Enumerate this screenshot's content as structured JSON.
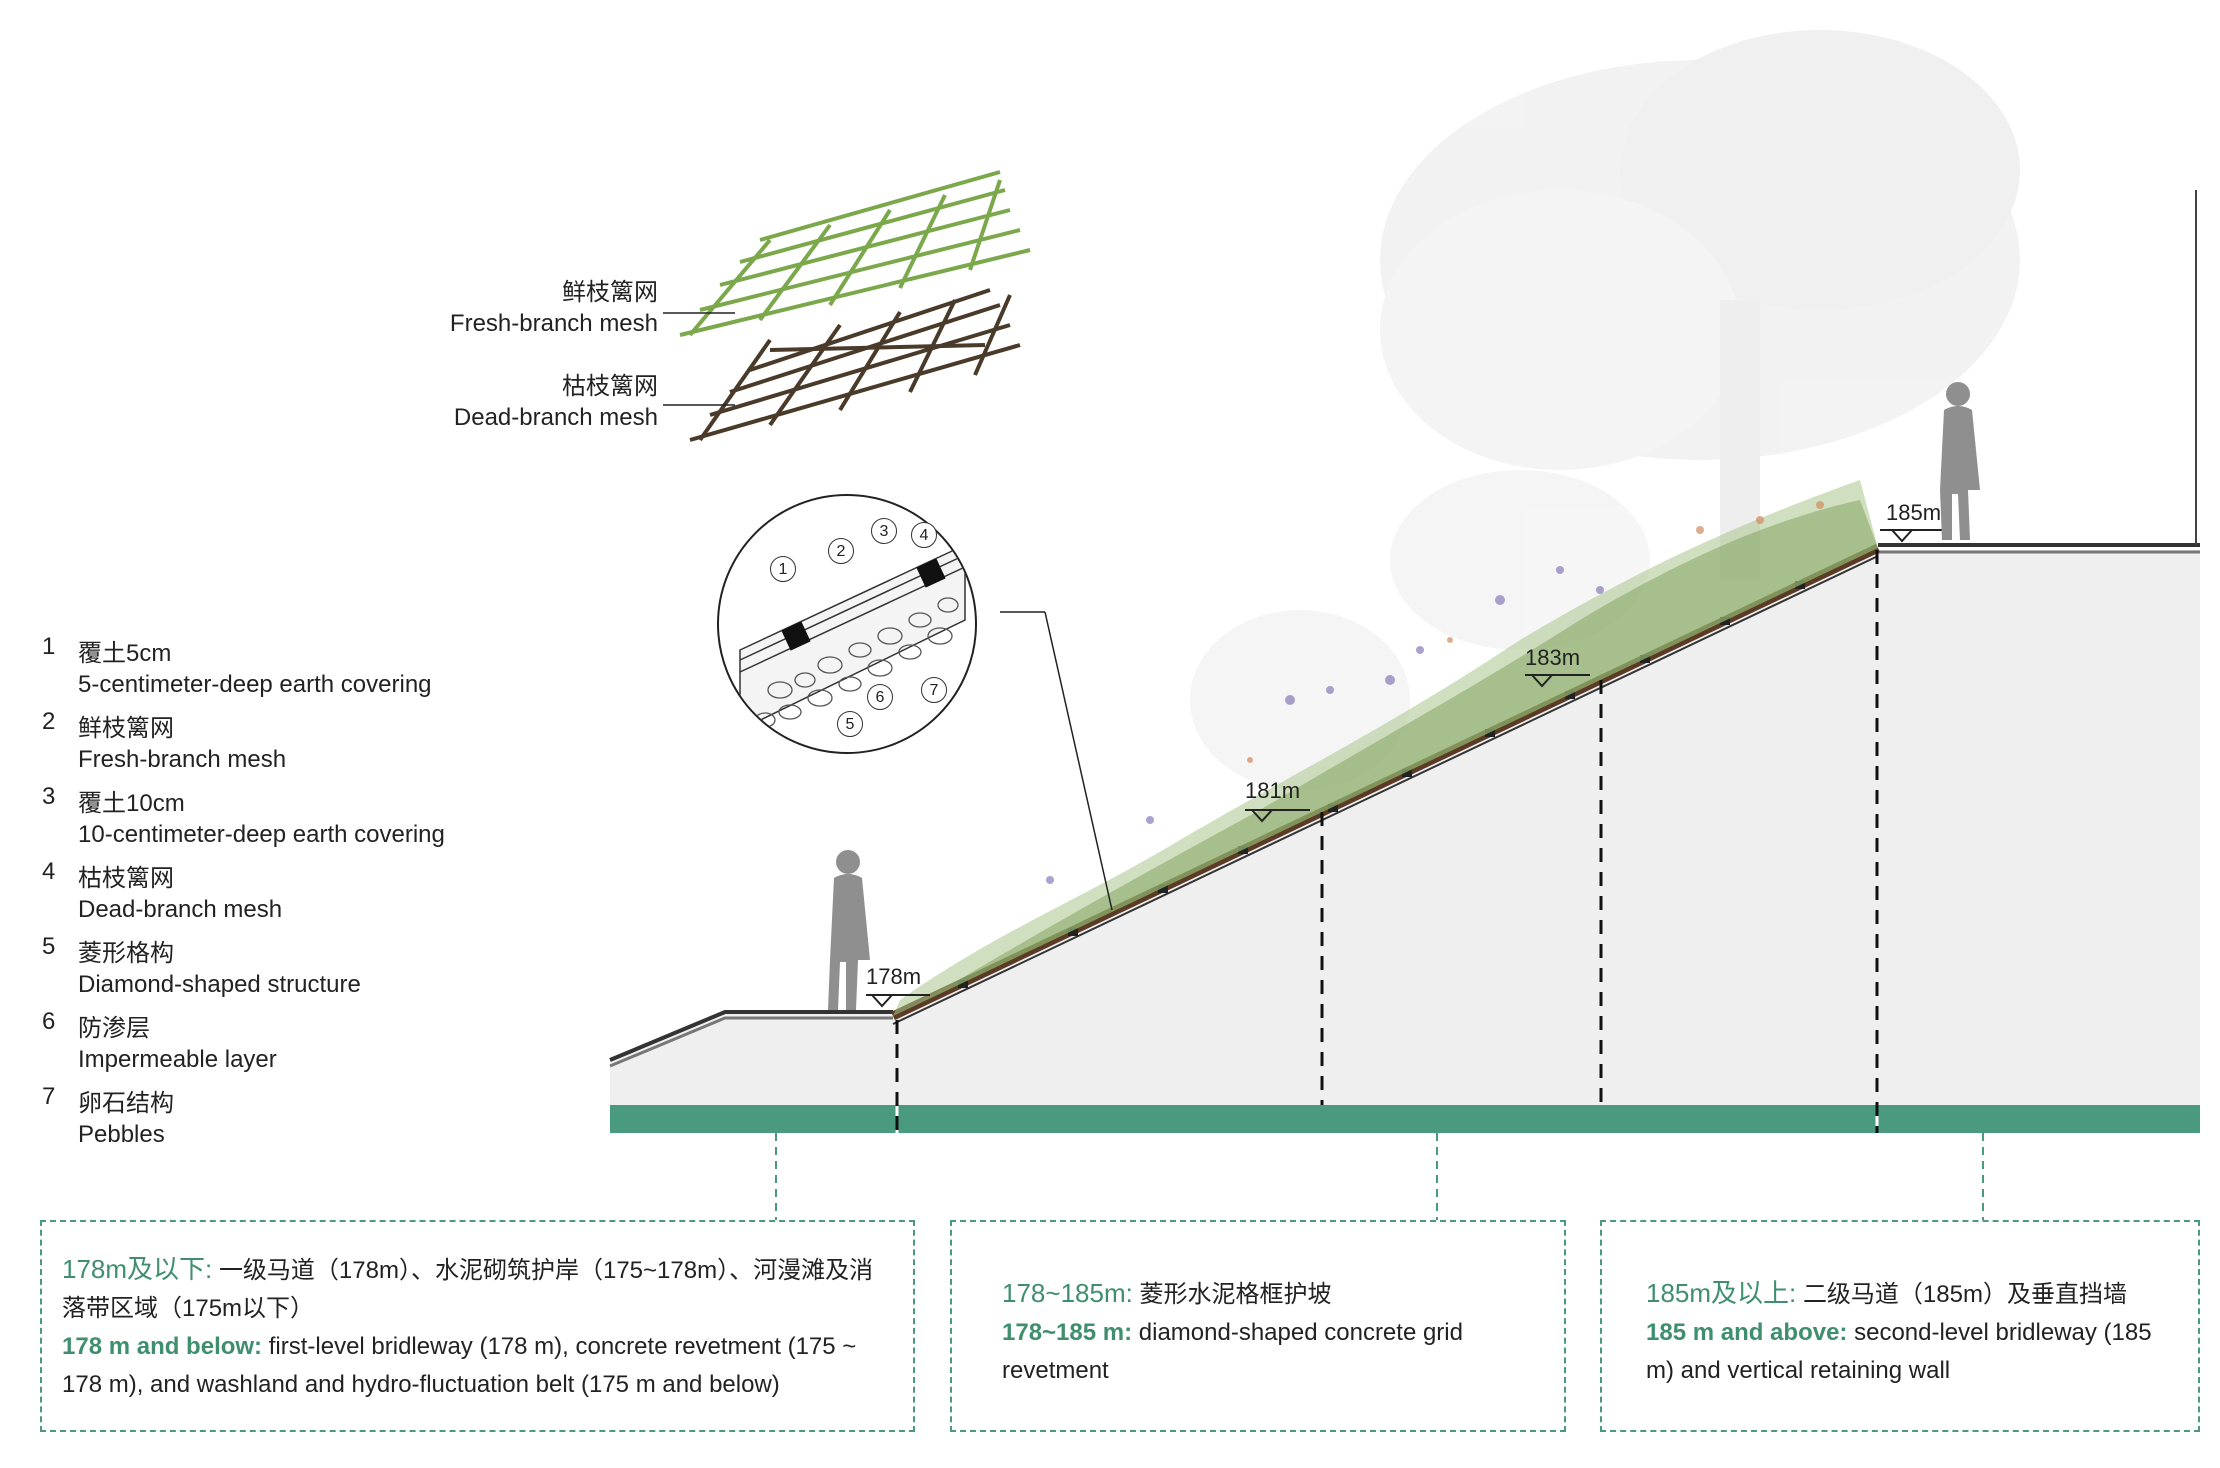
{
  "legend": {
    "items": [
      {
        "num": "1",
        "zh": "覆土5cm",
        "en": "5-centimeter-deep earth covering"
      },
      {
        "num": "2",
        "zh": "鲜枝篱网",
        "en": "Fresh-branch mesh"
      },
      {
        "num": "3",
        "zh": "覆土10cm",
        "en": "10-centimeter-deep earth covering"
      },
      {
        "num": "4",
        "zh": "枯枝篱网",
        "en": "Dead-branch mesh"
      },
      {
        "num": "5",
        "zh": "菱形格构",
        "en": "Diamond-shaped structure"
      },
      {
        "num": "6",
        "zh": "防渗层",
        "en": "Impermeable layer"
      },
      {
        "num": "7",
        "zh": "卵石结构",
        "en": "Pebbles"
      }
    ]
  },
  "mesh": {
    "fresh_zh": "鲜枝篱网",
    "fresh_en": "Fresh-branch mesh",
    "dead_zh": "枯枝篱网",
    "dead_en": "Dead-branch mesh"
  },
  "detail_callouts": [
    "1",
    "2",
    "3",
    "4",
    "5",
    "6",
    "7"
  ],
  "elevations": {
    "e178": "178m",
    "e181": "181m",
    "e183": "183m",
    "e185": "185m"
  },
  "zones": [
    {
      "zh_head": "178m及以下:",
      "zh_body": "一级马道（178m）、水泥砌筑护岸（175~178m）、河漫滩及消落带区域（175m以下）",
      "en_head": "178 m and below:",
      "en_body": "first-level bridleway (178 m), concrete revetment (175 ~ 178 m), and washland and hydro-fluctuation belt (175 m and below)"
    },
    {
      "zh_head": "178~185m:",
      "zh_body": "菱形水泥格框护坡",
      "en_head": "178~185 m:",
      "en_body": "diamond-shaped concrete grid revetment"
    },
    {
      "zh_head": "185m及以上:",
      "zh_body": "二级马道（185m）及垂直挡墙",
      "en_head": "185 m and above:",
      "en_body": "second-level bridleway (185 m) and vertical retaining wall"
    }
  ],
  "colors": {
    "accent_green": "#4a9a80",
    "ground_bar": "#4a9a80",
    "slope_fill": "#efefef",
    "mesh_fresh": "#8fb85a",
    "mesh_dead": "#4a3a2a"
  }
}
